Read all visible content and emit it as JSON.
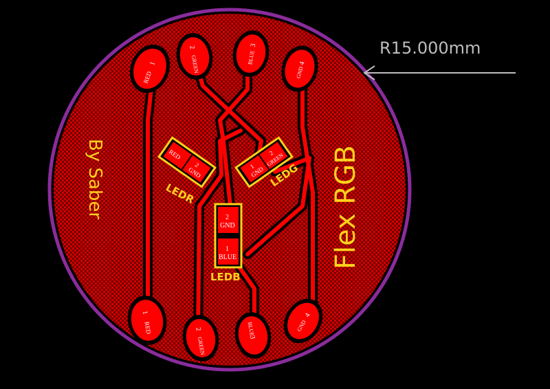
{
  "dimension": {
    "label": "R15.000mm"
  },
  "board": {
    "title": "Flex RGB",
    "author": "By Saber"
  },
  "top_pads": [
    {
      "num": "1",
      "net": "RED"
    },
    {
      "num": "2",
      "net": "GREEN"
    },
    {
      "num": "3",
      "net": "BLUE"
    },
    {
      "num": "4",
      "net": "GND"
    }
  ],
  "bottom_pads": [
    {
      "num": "1",
      "net": "RED"
    },
    {
      "num": "2",
      "net": "GREEN"
    },
    {
      "num": "3",
      "net": "BLUE"
    },
    {
      "num": "4",
      "net": "GND"
    }
  ],
  "leds": {
    "ledr": {
      "designator": "LEDR",
      "pad1": "RED",
      "pad2": "GND",
      "pad2_num": "2"
    },
    "ledg": {
      "designator": "LEDG",
      "pad1_num": "1",
      "pad1": "GND",
      "pad2_num": "2",
      "pad2": "GREEN"
    },
    "ledb": {
      "designator": "LEDB",
      "pad2_num": "2",
      "pad2": "GND",
      "pad1_num": "1",
      "pad1": "BLUE"
    }
  },
  "colors": {
    "background": "#000000",
    "copper": "#ff0000",
    "board_outline": "#8a2c9c",
    "silkscreen": "#ffd21a",
    "pad_label": "#ffffff",
    "dimension": "#bdbdbd"
  }
}
